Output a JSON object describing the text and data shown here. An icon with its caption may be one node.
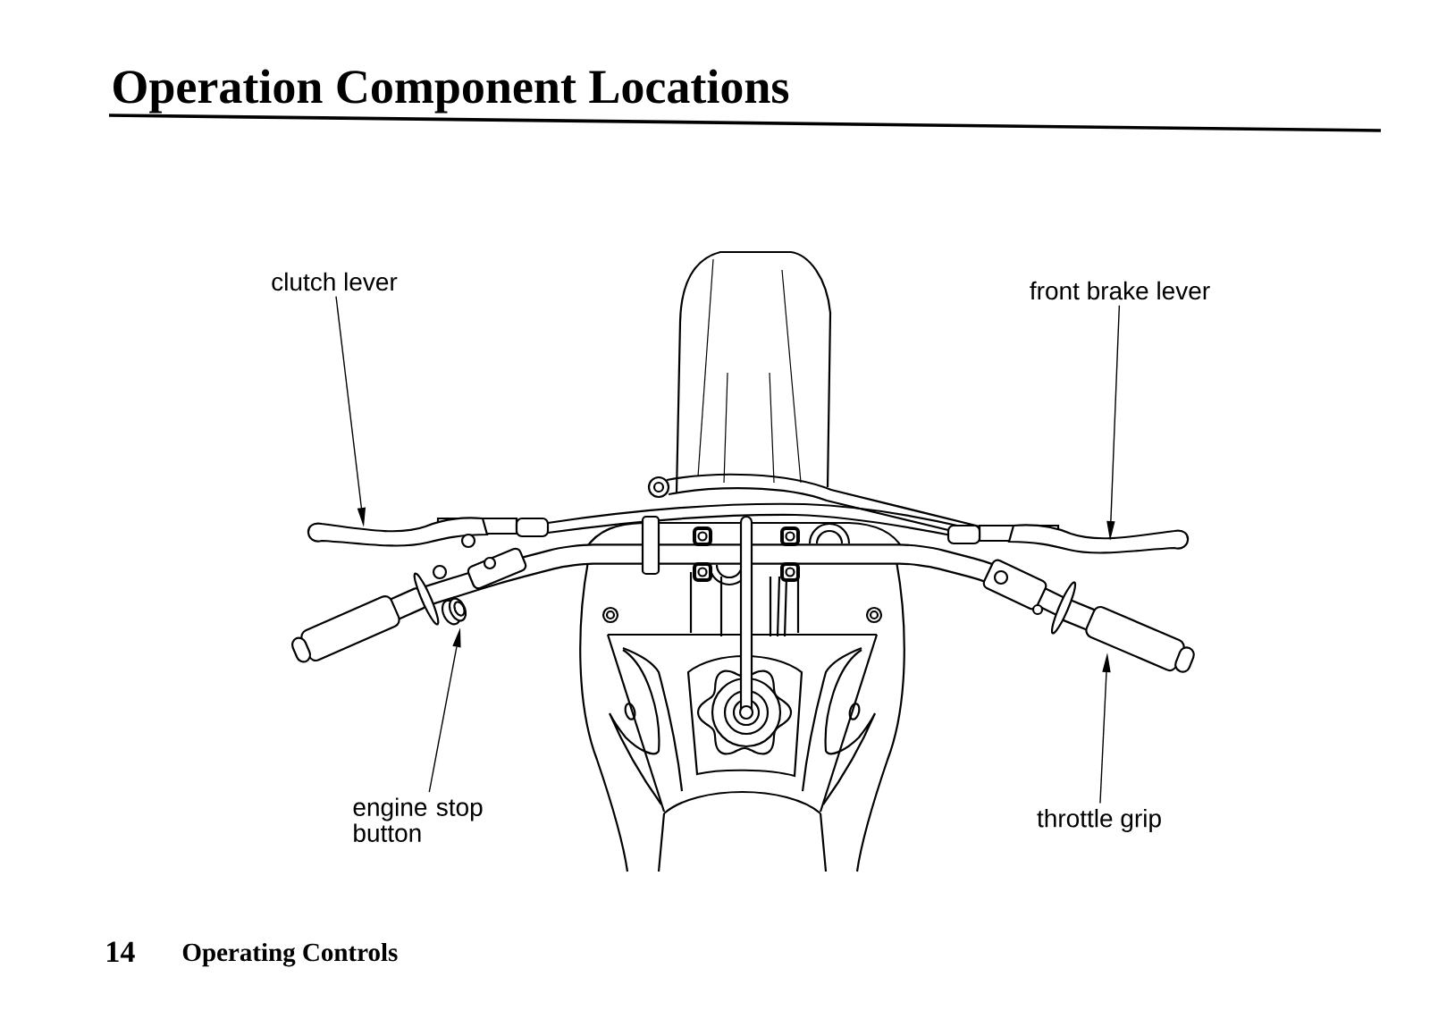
{
  "diagram": {
    "title": "Operation Component Locations",
    "nodes": [
      {
        "text": [
          "clutch lever"
        ]
      },
      {
        "text": [
          "front brake lever"
        ]
      },
      {
        "text": [
          "engine stop button"
        ]
      },
      {
        "text": [
          "throttle grip"
        ]
      }
    ],
    "edges": [
      {
        "from": 0,
        "to": null,
        "arrow": "to"
      },
      {
        "from": 1,
        "to": null,
        "arrow": "to"
      },
      {
        "from": 2,
        "to": null,
        "arrow": "to"
      },
      {
        "from": 3,
        "to": null,
        "arrow": "to"
      }
    ],
    "labels": [
      "14",
      "Operating Controls"
    ]
  }
}
